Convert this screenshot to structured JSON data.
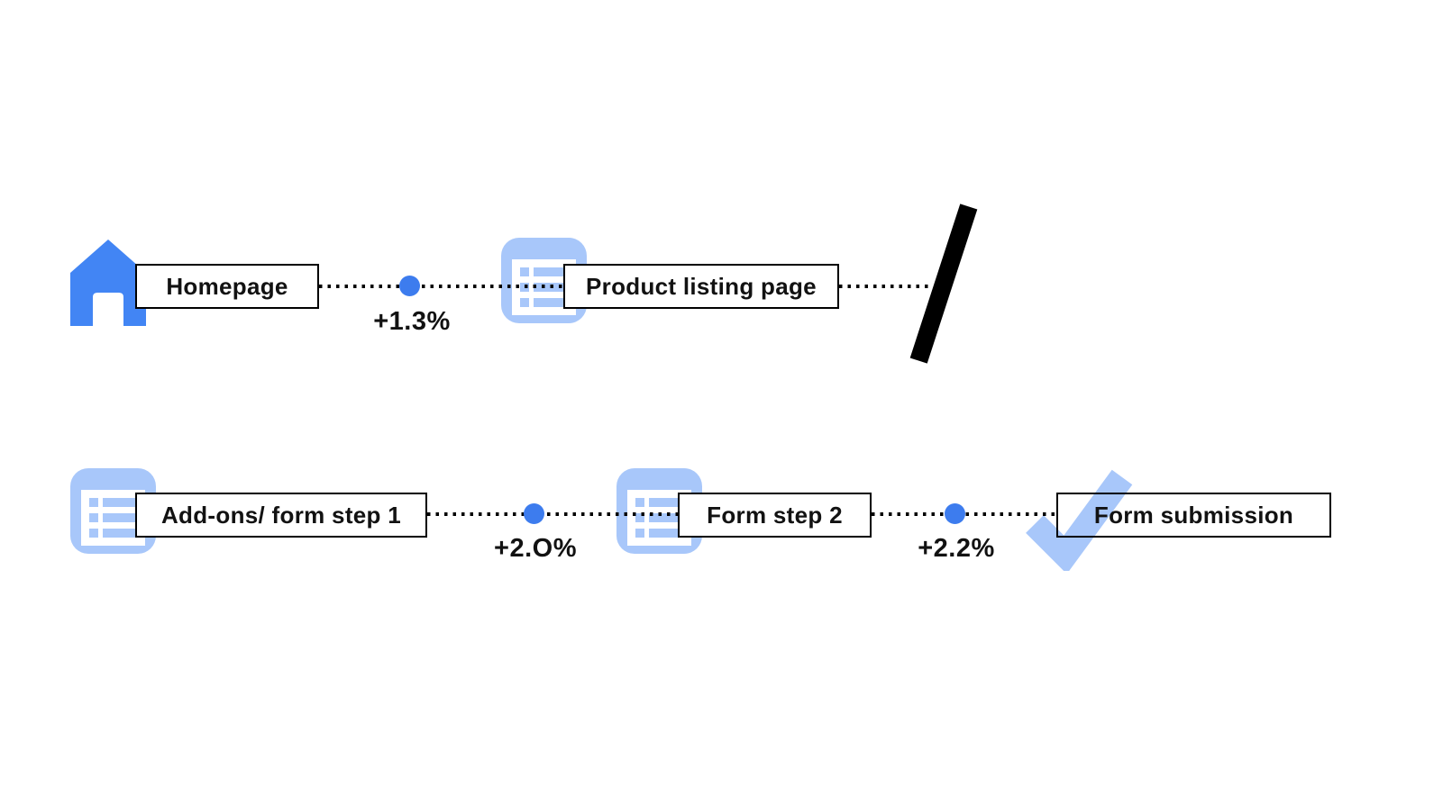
{
  "colors": {
    "primary_blue": "#4285F4",
    "light_blue": "#A8C7FA",
    "dot_blue": "#3D7CEE",
    "ink": "#121212",
    "background": "#FFFFFF"
  },
  "funnel": {
    "row1": {
      "steps": [
        {
          "id": "homepage",
          "icon": "home-icon",
          "label": "Homepage"
        },
        {
          "id": "product-listing-page",
          "icon": "list-icon",
          "label": "Product listing page"
        }
      ],
      "connector": {
        "delta": "+1.3%"
      },
      "break_marker": "slash"
    },
    "row2": {
      "steps": [
        {
          "id": "addons-form-step-1",
          "icon": "list-icon",
          "label": "Add-ons/ form step 1"
        },
        {
          "id": "form-step-2",
          "icon": "list-icon",
          "label": "Form step 2"
        },
        {
          "id": "form-submission",
          "icon": "check-icon",
          "label": "Form submission"
        }
      ],
      "connectors": [
        {
          "delta": "+2.O%"
        },
        {
          "delta": "+2.2%"
        }
      ]
    }
  }
}
